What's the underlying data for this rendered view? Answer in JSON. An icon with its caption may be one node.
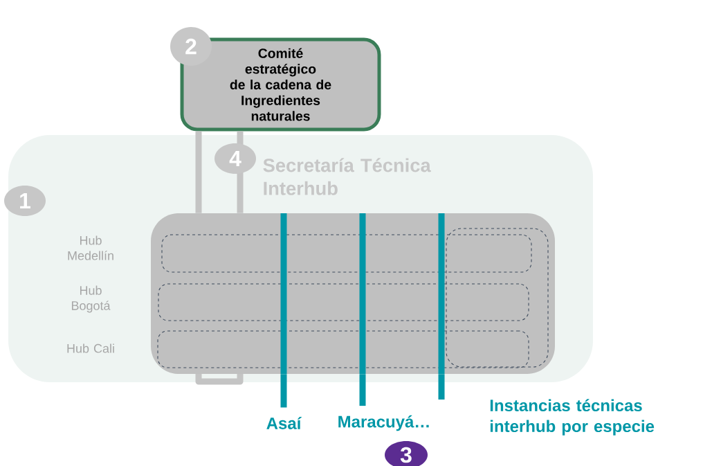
{
  "diagram": {
    "nodes": [
      {
        "text": [
          "Comité estratégico de la cadena de Ingredientes naturales"
        ]
      },
      {
        "text": [
          "Secretaría Técnica Interhub"
        ]
      },
      {
        "text": [],
        "shape": "box",
        "in": 1
      },
      {
        "text": [
          "Hub Medellín"
        ],
        "in": 2
      },
      {
        "text": [
          "Hub Bogotá"
        ],
        "in": 2
      },
      {
        "text": [
          "Hub Cali"
        ],
        "in": 2
      },
      {
        "text": [],
        "shape": "box",
        "in": 2
      },
      {
        "text": [
          "Asaí"
        ]
      },
      {
        "text": [
          "Maracuyá…"
        ]
      }
    ],
    "edges": [
      {
        "from": 0,
        "to": 2,
        "arrow": "none",
        "color": "#c4c4c4"
      },
      {
        "from": 0,
        "to": 2,
        "arrow": "none",
        "color": "#c4c4c4"
      },
      {
        "from": 2,
        "to": 7,
        "arrow": "none"
      },
      {
        "from": 2,
        "to": 8,
        "arrow": "none"
      },
      {
        "from": 2,
        "to": null,
        "arrow": "none"
      }
    ],
    "labels": [
      "2",
      "4",
      "1",
      "Instancias técnicas interhub por especie",
      "3"
    ]
  }
}
